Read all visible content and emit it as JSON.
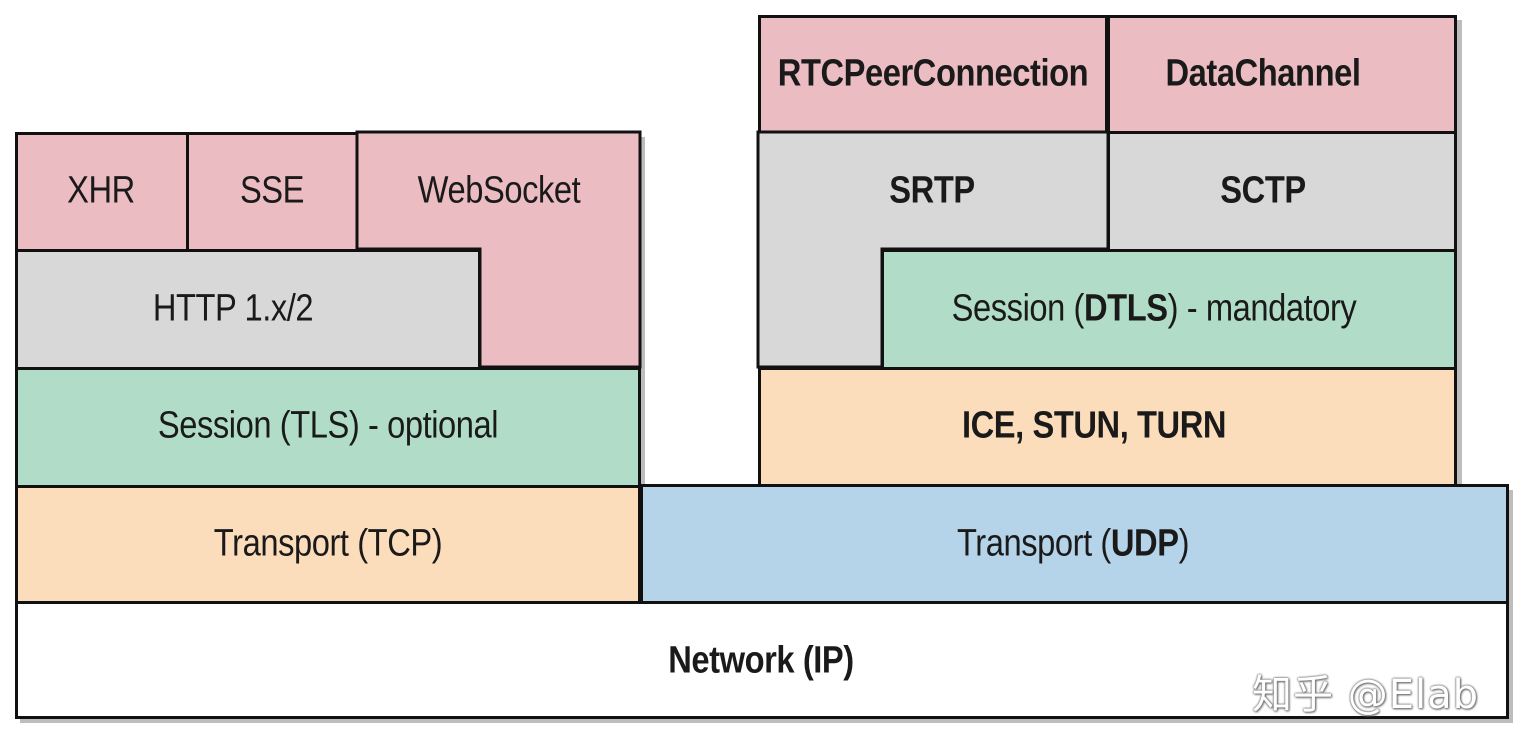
{
  "colors": {
    "api": "#ebbcc1",
    "protocol": "#d8d8d8",
    "session": "#b1ddc8",
    "transport_tcp": "#fbdcbb",
    "transport_udp": "#b5d4e9",
    "network": "#ffffff",
    "border": "#111111"
  },
  "left_stack": {
    "xhr": "XHR",
    "sse": "SSE",
    "websocket": "WebSocket",
    "http": "HTTP 1.x/2",
    "session": "Session (TLS) - optional",
    "transport": "Transport (TCP)"
  },
  "right_stack": {
    "rtc_peer": "RTCPeerConnection",
    "datachannel": "DataChannel",
    "srtp": "SRTP",
    "sctp": "SCTP",
    "session_prefix": "Session (",
    "session_bold": "DTLS",
    "session_suffix": ") - mandatory",
    "ice": "ICE, STUN, TURN",
    "transport_prefix": "Transport (",
    "transport_bold": "UDP",
    "transport_suffix": ")"
  },
  "network": "Network (IP)",
  "watermark": "知乎 @Elab"
}
